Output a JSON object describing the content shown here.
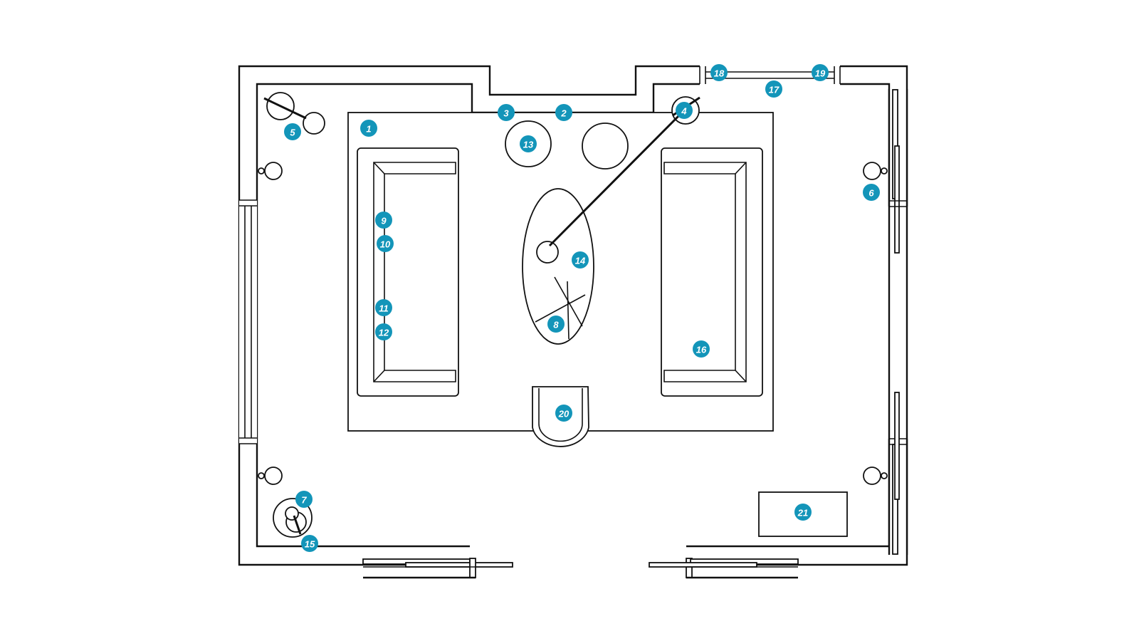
{
  "colors": {
    "marker": "#1395b9",
    "line": "#111111",
    "background": "#ffffff"
  },
  "markers": [
    "1",
    "2",
    "3",
    "4",
    "5",
    "6",
    "7",
    "8",
    "9",
    "10",
    "11",
    "12",
    "13",
    "14",
    "15",
    "16",
    "17",
    "18",
    "19",
    "20",
    "21"
  ]
}
